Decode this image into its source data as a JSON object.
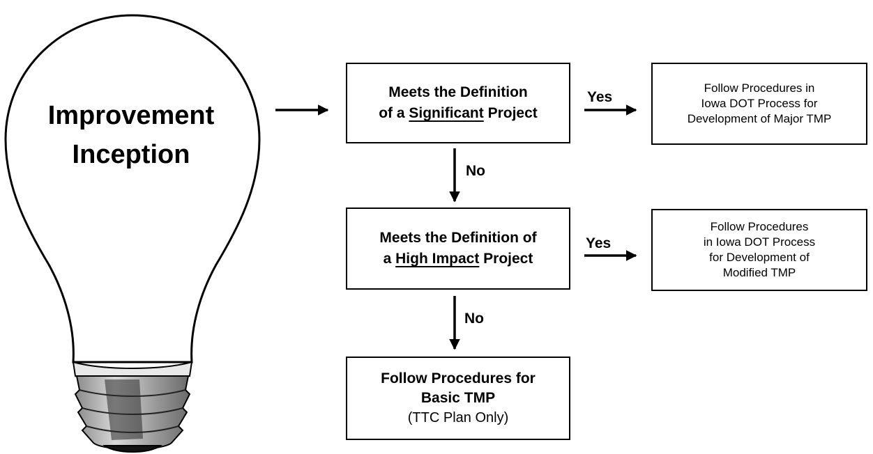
{
  "bulb": {
    "title_line1": "Improvement",
    "title_line2": "Inception",
    "icon": "light-bulb-icon"
  },
  "decision1": {
    "prefix1": "Meets the Definition",
    "prefix2": "of a ",
    "emphasis": "Significant",
    "suffix": " Project"
  },
  "decision2": {
    "prefix1": "Meets the Definition of",
    "prefix2": "a ",
    "emphasis": "High Impact",
    "suffix": " Project"
  },
  "outcome_major": {
    "line1": "Follow Procedures in",
    "line2": "Iowa DOT Process for",
    "line3": "Development of Major TMP"
  },
  "outcome_modified": {
    "line1": "Follow Procedures",
    "line2": "in Iowa DOT Process",
    "line3": "for Development of",
    "line4": "Modified TMP"
  },
  "outcome_basic": {
    "line1": "Follow Procedures for",
    "line2": "Basic TMP",
    "line3": "(TTC Plan Only)"
  },
  "labels": {
    "yes1": "Yes",
    "yes2": "Yes",
    "no1": "No",
    "no2": "No"
  },
  "colors": {
    "stroke": "#000000",
    "bulb_fill": "#ffffff",
    "base_metal": "#bdbdbd",
    "base_dark": "#5a5a5a"
  }
}
